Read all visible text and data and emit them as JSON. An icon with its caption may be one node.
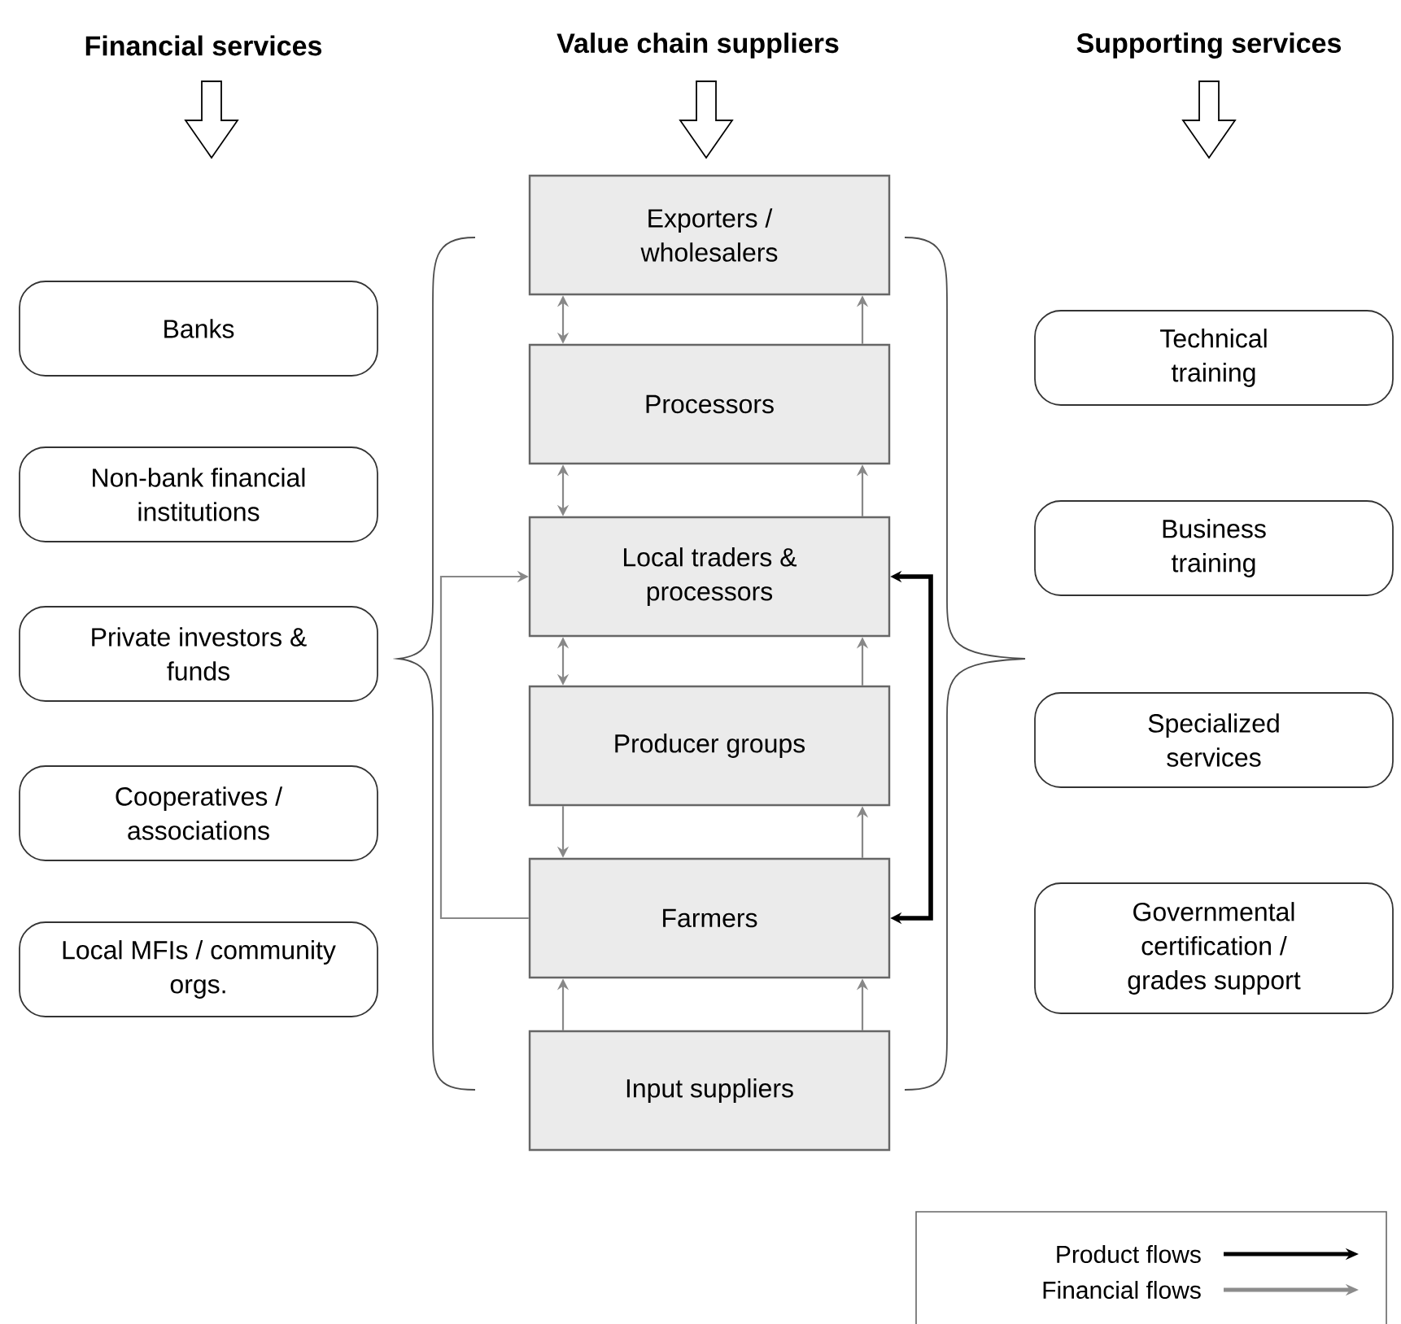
{
  "diagram": {
    "nodes": [
      {
        "text": [
          "Banks"
        ]
      },
      {
        "text": [
          "Non-bank financial institutions"
        ]
      },
      {
        "text": [
          "Private investors & funds"
        ]
      },
      {
        "text": [
          "Cooperatives / associations"
        ]
      },
      {
        "text": [
          "Local MFIs / community orgs."
        ]
      },
      {
        "text": [
          "Exporters / wholesalers"
        ]
      },
      {
        "text": [
          "Processors"
        ]
      },
      {
        "text": [
          "Local traders & processors"
        ]
      },
      {
        "text": [
          "Producer groups"
        ]
      },
      {
        "text": [
          "Farmers"
        ]
      },
      {
        "text": [
          "Input suppliers"
        ]
      },
      {
        "text": [
          "Technical training"
        ]
      },
      {
        "text": [
          "Business training"
        ]
      },
      {
        "text": [
          "Specialized services"
        ]
      },
      {
        "text": [
          "Governmental certification / grades support"
        ]
      }
    ],
    "edges": [
      {
        "from": 5,
        "to": 6,
        "arrow": "both"
      },
      {
        "from": 6,
        "to": 5,
        "arrow": "to"
      },
      {
        "from": 6,
        "to": 7,
        "arrow": "both"
      },
      {
        "from": 7,
        "to": 6,
        "arrow": "to"
      },
      {
        "from": 7,
        "to": 8,
        "arrow": "both"
      },
      {
        "from": 8,
        "to": 7,
        "arrow": "to"
      },
      {
        "from": 8,
        "to": 9,
        "arrow": "to"
      },
      {
        "from": 9,
        "to": 8,
        "arrow": "to"
      },
      {
        "from": 10,
        "to": 9,
        "arrow": "to"
      },
      {
        "from": 10,
        "to": 9,
        "arrow": "to"
      },
      {
        "from": 9,
        "to": 7,
        "arrow": "to"
      },
      {
        "from": 7,
        "to": 9,
        "arrow": "both",
        "style": "thick",
        "color": "#000000"
      }
    ],
    "labels": [
      "Financial services",
      "Value chain suppliers",
      "Supporting services"
    ],
    "legend": [
      {
        "text": "Product flows"
      },
      {
        "text": "Financial flows"
      }
    ]
  }
}
